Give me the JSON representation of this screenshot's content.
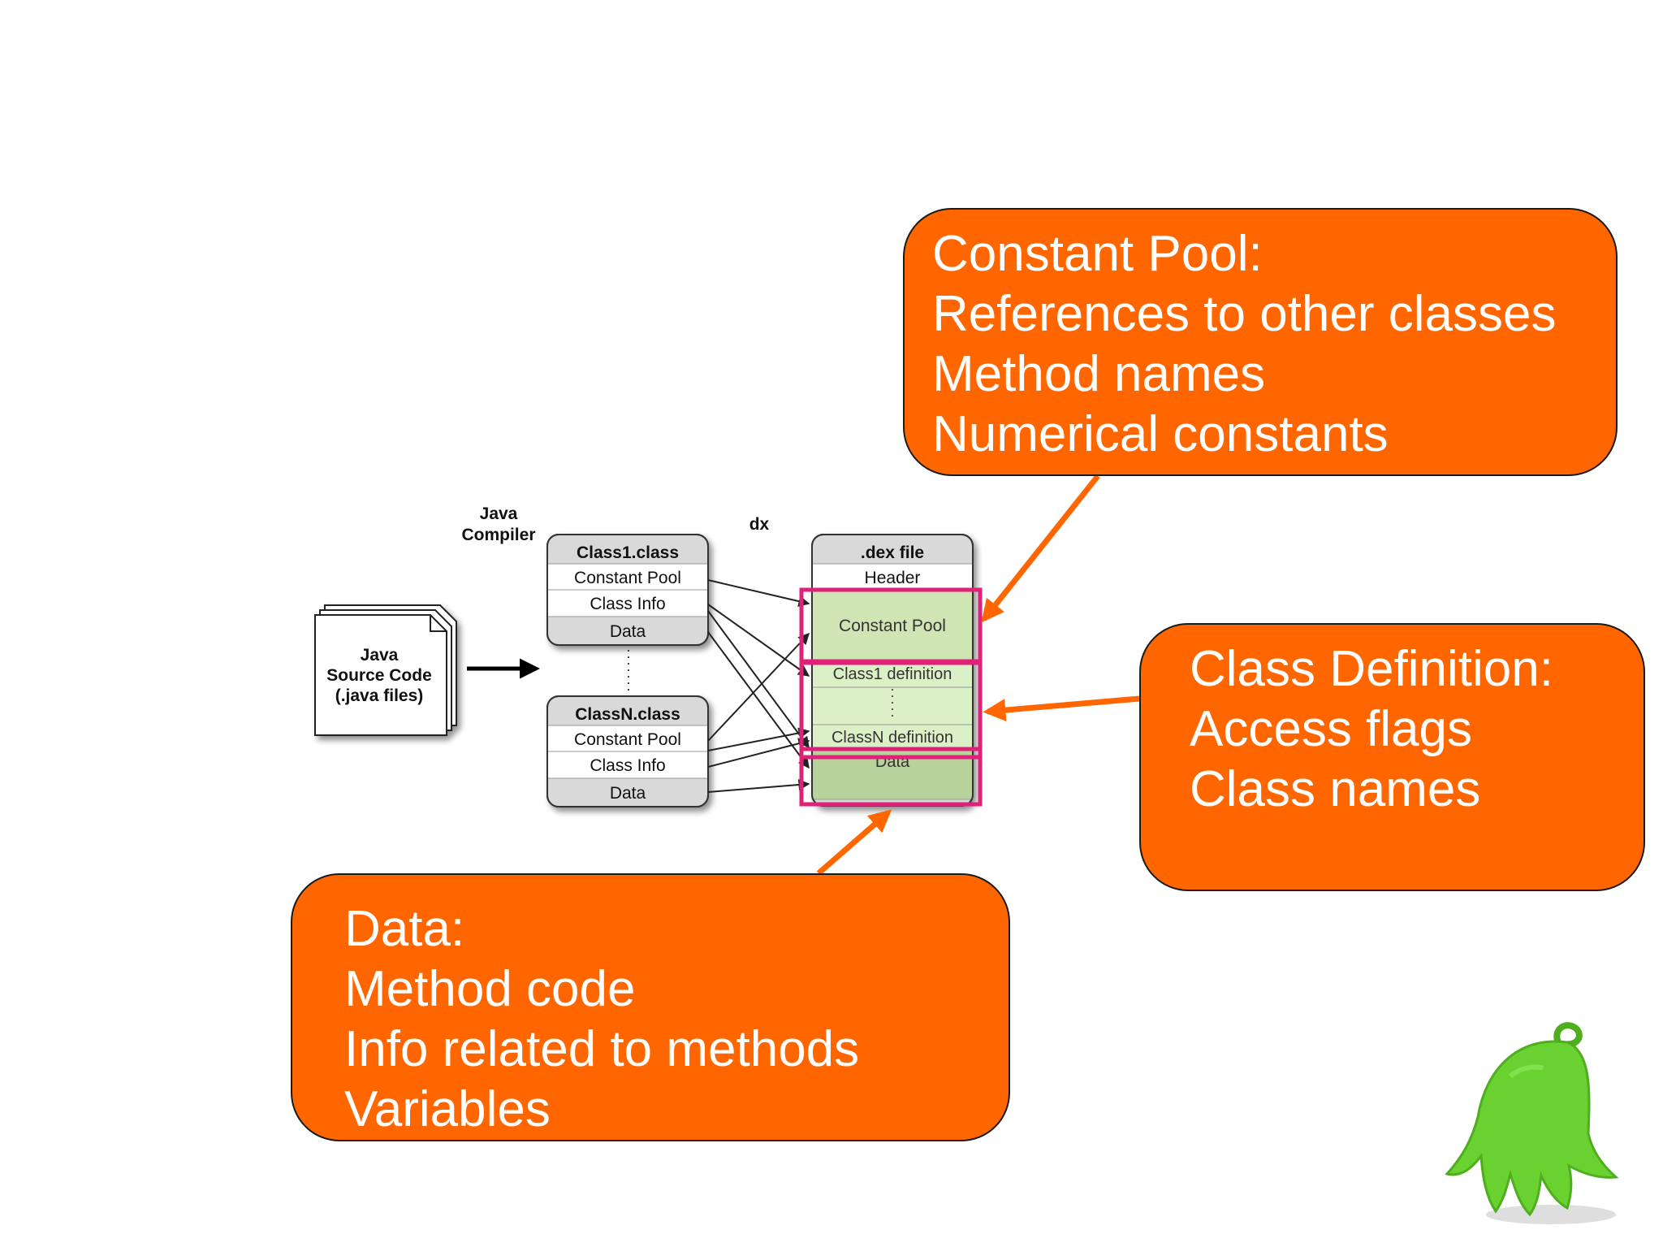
{
  "diagram": {
    "java_compiler_label": [
      "Java",
      "Compiler"
    ],
    "dx_label": "dx",
    "source_file": {
      "lines": [
        "Java",
        "Source Code",
        "(.java files)"
      ]
    },
    "class1": {
      "title": "Class1.class",
      "rows": [
        "Constant Pool",
        "Class Info",
        "Data"
      ]
    },
    "classN": {
      "title": "ClassN.class",
      "rows": [
        "Constant Pool",
        "Class Info",
        "Data"
      ]
    },
    "dex": {
      "title": ".dex file",
      "header": "Header",
      "constant_pool": "Constant Pool",
      "class1_def": "Class1 definition",
      "classN_def": "ClassN definition",
      "data": "Data"
    }
  },
  "callouts": {
    "constant_pool": {
      "lines": [
        "Constant Pool:",
        "References to other classes",
        "Method names",
        "Numerical constants"
      ]
    },
    "class_definition": {
      "lines": [
        "Class Definition:",
        "Access flags",
        "Class names"
      ]
    },
    "data": {
      "lines": [
        "Data:",
        "Method code",
        "Info related to methods",
        "Variables"
      ]
    }
  },
  "colors": {
    "callout_fill": "#ff6600",
    "callout_text": "#ffffff",
    "arrow": "#ff6600",
    "highlight": "#e0217a",
    "dex_green_light": "#dcf0c8",
    "dex_green": "#cfe6b4",
    "dex_green_dark": "#b7d29a",
    "box_header": "#d9d9d9",
    "mascot": "#6ad230"
  },
  "icons": {
    "mascot": "green-android-mascot-icon",
    "documents": "stacked-documents-icon"
  }
}
